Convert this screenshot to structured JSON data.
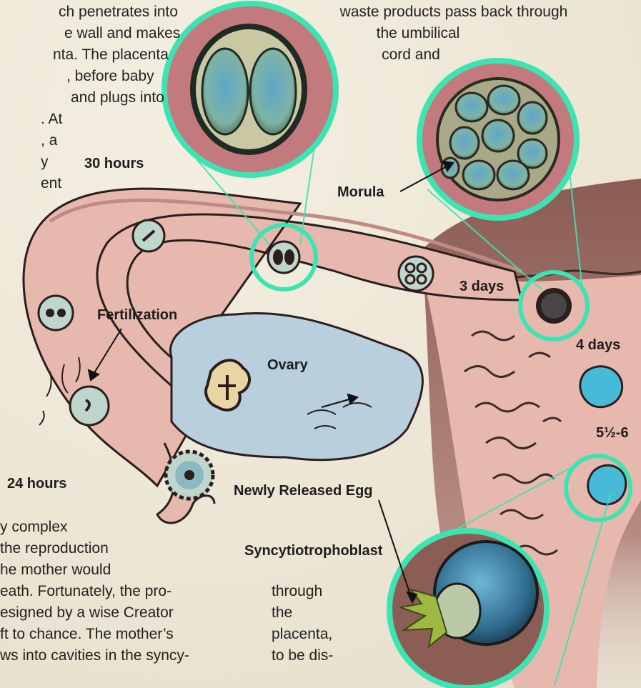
{
  "text_top_left": [
    "ch penetrates into",
    "e wall and makes",
    "nta. The placenta",
    ", before baby",
    "and plugs into",
    ". At",
    ", a",
    "y",
    "ent"
  ],
  "text_top_right": [
    "waste products pass back through",
    "the umbilical",
    "cord and"
  ],
  "text_bottom_left": [
    "y complex",
    "the reproduction",
    "he mother would",
    "eath. Fortunately, the pro-",
    "esigned by a wise Creator",
    "ft to chance. The mother’s",
    "ws into cavities in the syncy-"
  ],
  "text_bottom_mid": [
    "through",
    "the",
    "placenta,",
    "to be dis-"
  ],
  "labels": {
    "hours30": "30 hours",
    "morula": "Morula",
    "days3": "3 days",
    "fertilization": "Fertilization",
    "ovary": "Ovary",
    "days4": "4 days",
    "days5": "5½-6",
    "hours24": "24 hours",
    "newly_released_egg": "Newly Released Egg",
    "syncytiotrophoblast": "Syncytiotrophoblast"
  },
  "colors": {
    "highlight_ring": "#3ee3b2",
    "tube": "#e7b9ae",
    "uterus": "#8c5d55",
    "ovary": "#b9cfde",
    "cell": "#bfd6cc",
    "blastocyst": "#48b9d6"
  }
}
